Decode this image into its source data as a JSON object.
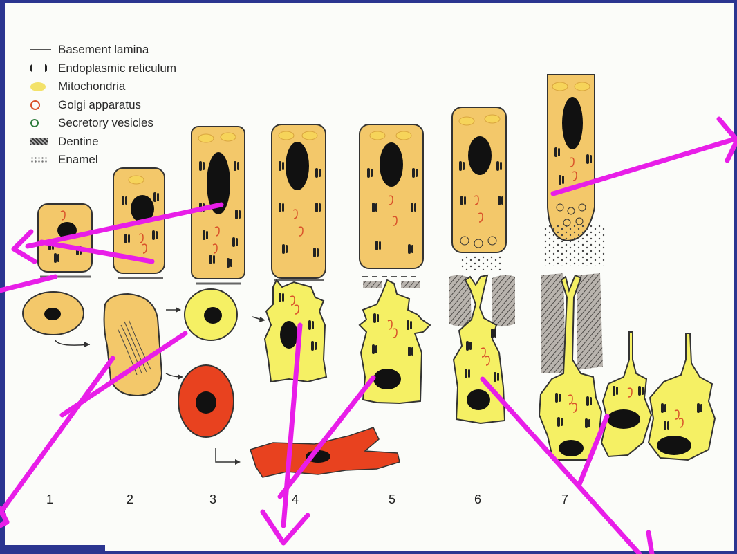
{
  "legend": {
    "items": [
      {
        "label": "Basement lamina",
        "icon": "line-icon"
      },
      {
        "label": "Endoplasmic reticulum",
        "icon": "er-icon"
      },
      {
        "label": "Mitochondria",
        "icon": "mitochondria-icon"
      },
      {
        "label": "Golgi apparatus",
        "icon": "golgi-icon"
      },
      {
        "label": "Secretory vesicles",
        "icon": "vesicle-icon"
      },
      {
        "label": "Dentine",
        "icon": "dentine-icon"
      },
      {
        "label": "Enamel",
        "icon": "enamel-icon"
      }
    ]
  },
  "stages": [
    "1",
    "2",
    "3",
    "4",
    "5",
    "6",
    "7"
  ],
  "colors": {
    "frame": "#2b3590",
    "cell_fill": "#f3c86a",
    "odontoblast_fill": "#f5f064",
    "nucleus": "#111111",
    "red_cell": "#e8421f",
    "arrow": "#e81ee8"
  }
}
